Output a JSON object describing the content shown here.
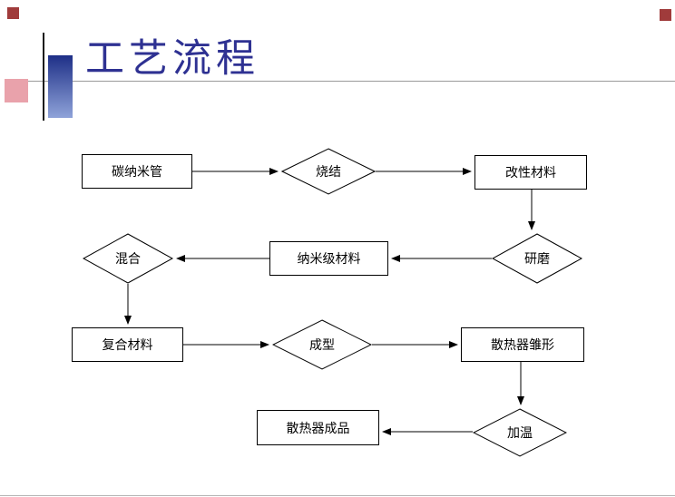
{
  "slide": {
    "title": "工艺流程"
  },
  "flowchart": {
    "nodes": [
      {
        "label": "碳纳米管",
        "shape": "rect"
      },
      {
        "label": "烧结",
        "shape": "diamond"
      },
      {
        "label": "改性材料",
        "shape": "rect"
      },
      {
        "label": "研磨",
        "shape": "diamond"
      },
      {
        "label": "纳米级材料",
        "shape": "rect"
      },
      {
        "label": "混合",
        "shape": "diamond"
      },
      {
        "label": "复合材料",
        "shape": "rect"
      },
      {
        "label": "成型",
        "shape": "diamond"
      },
      {
        "label": "散热器雏形",
        "shape": "rect"
      },
      {
        "label": "加温",
        "shape": "diamond"
      },
      {
        "label": "散热器成品",
        "shape": "rect"
      }
    ],
    "flow_sequence": [
      "碳纳米管",
      "烧结",
      "改性材料",
      "研磨",
      "纳米级材料",
      "混合",
      "复合材料",
      "成型",
      "散热器雏形",
      "加温",
      "散热器成品"
    ],
    "edges": [
      {
        "from": "碳纳米管",
        "to": "烧结"
      },
      {
        "from": "烧结",
        "to": "改性材料"
      },
      {
        "from": "改性材料",
        "to": "研磨"
      },
      {
        "from": "研磨",
        "to": "纳米级材料"
      },
      {
        "from": "纳米级材料",
        "to": "混合"
      },
      {
        "from": "混合",
        "to": "复合材料"
      },
      {
        "from": "复合材料",
        "to": "成型"
      },
      {
        "from": "成型",
        "to": "散热器雏形"
      },
      {
        "from": "散热器雏形",
        "to": "加温"
      },
      {
        "from": "加温",
        "to": "散热器成品"
      }
    ],
    "colors": {
      "node_fill": "#FFFFFF",
      "node_border": "#000000",
      "arrow": "#000000",
      "label": "#000000"
    }
  },
  "decorations": {
    "title_color": "#2E3192",
    "divider_line_color": "#9A9A9A",
    "vertical_line_color": "#1A1A1A",
    "corner_square_color": "#A03B3B",
    "pink_square_color": "#E9A2AB",
    "blue_square_gradient_top": "#1E2F87",
    "blue_square_gradient_bottom": "#8FA3D9"
  }
}
